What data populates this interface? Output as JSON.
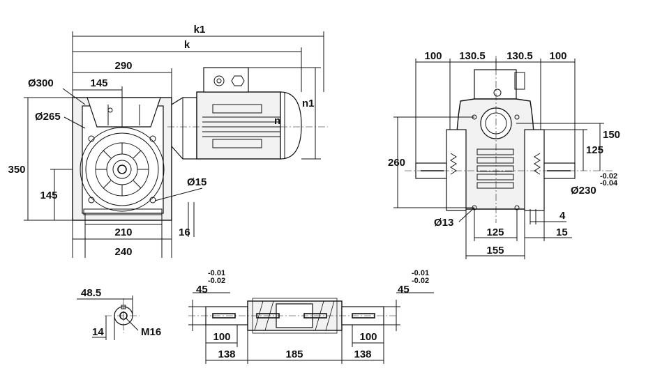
{
  "labels": {
    "k1": "k1",
    "k": "k",
    "d290": "290",
    "d145a": "145",
    "dia300": "Ø300",
    "dia265": "Ø265",
    "d350": "350",
    "d145b": "145",
    "dia15": "Ø15",
    "d210": "210",
    "d16": "16",
    "d240": "240",
    "n": "n",
    "n1": "n1",
    "d100a": "100",
    "d130_5a": "130.5",
    "d130_5b": "130.5",
    "d100b": "100",
    "d260": "260",
    "d150": "150",
    "d125a": "125",
    "tol_a_top": "-0.02",
    "tol_a_bot": "-0.04",
    "dia230": "Ø230",
    "dia13": "Ø13",
    "d4": "4",
    "d125b": "125",
    "d15": "15",
    "d155": "155",
    "d48_5": "48.5",
    "d14": "14",
    "m16": "M16",
    "d45a": "45",
    "tol_b_top": "-0.01",
    "tol_b_bot": "-0.02",
    "d45b": "45",
    "tol_c_top": "-0.01",
    "tol_c_bot": "-0.02",
    "d100c": "100",
    "d100d": "100",
    "d138a": "138",
    "d185": "185",
    "d138b": "138"
  }
}
